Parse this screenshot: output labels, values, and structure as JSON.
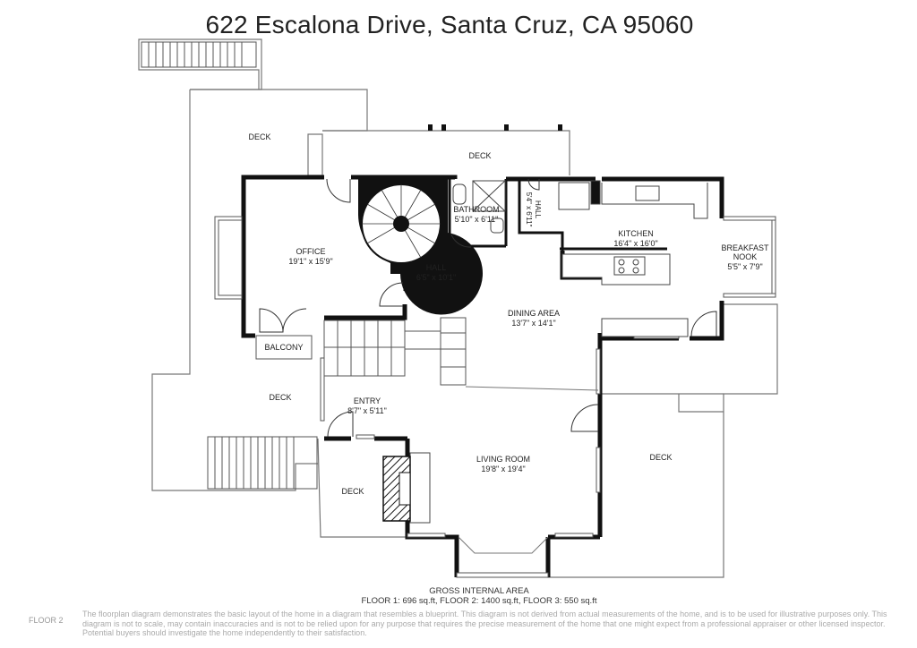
{
  "title": "622 Escalona Drive, Santa Cruz, CA 95060",
  "rooms": {
    "deck_top_left": {
      "name": "DECK"
    },
    "deck_top": {
      "name": "DECK"
    },
    "office": {
      "name": "OFFICE",
      "size": "19'1\" x 15'9\""
    },
    "bathroom": {
      "name": "BATHROOM",
      "size": "5'10\" x 6'11\""
    },
    "hall_small": {
      "name": "HALL",
      "size": "5'4\" x 6'11\""
    },
    "kitchen": {
      "name": "KITCHEN",
      "size": "16'4\" x 16'0\""
    },
    "breakfast_nook": {
      "name_line1": "BREAKFAST",
      "name_line2": "NOOK",
      "size": "5'5\" x 7'9\""
    },
    "hall": {
      "name": "HALL",
      "size": "6'5\" x 10'1\""
    },
    "dining": {
      "name": "DINING AREA",
      "size": "13'7\" x 14'1\""
    },
    "balcony": {
      "name": "BALCONY"
    },
    "deck_left": {
      "name": "DECK"
    },
    "entry": {
      "name": "ENTRY",
      "size": "8'7\" x 5'11\""
    },
    "living": {
      "name": "LIVING ROOM",
      "size": "19'8\" x 19'4\""
    },
    "deck_right": {
      "name": "DECK"
    },
    "deck_bottom": {
      "name": "DECK"
    }
  },
  "gross": {
    "heading": "GROSS INTERNAL AREA",
    "floors": "FLOOR 1: 696 sq.ft, FLOOR 2: 1400 sq.ft, FLOOR 3: 550 sq.ft"
  },
  "floor_label": "FLOOR 2",
  "disclaimer": "The floorplan diagram demonstrates the basic layout of the home in a diagram that resembles a blueprint. This diagram is not derived from actual measurements of the home, and is to be used for illustrative purposes only. This diagram is not to scale, may contain inaccuracies and is not to be relied upon for any purpose that requires the precise measurement of the home that one might expect from a professional appraiser or other licensed inspector. Potential buyers should investigate the home independently to their satisfaction."
}
